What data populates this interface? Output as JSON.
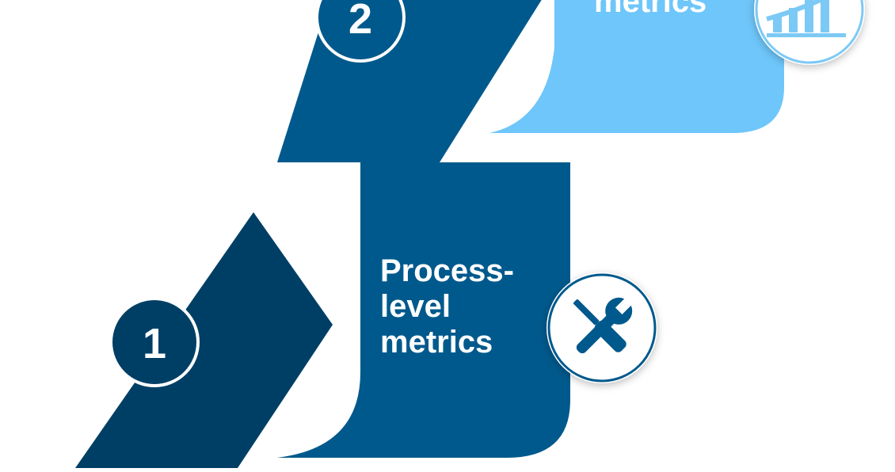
{
  "steps": [
    {
      "number": "1",
      "label": ""
    },
    {
      "number": "2",
      "label": "Process-\nlevel\nmetrics"
    },
    {
      "number": "",
      "label": "metrics"
    }
  ],
  "colors": {
    "step1": "#003f65",
    "step2": "#00598c",
    "step3": "#6ec6fa",
    "icon_dark": "#00598c",
    "icon_light": "#7cc9f5"
  },
  "icons": [
    "tools-icon",
    "bar-chart-icon"
  ]
}
